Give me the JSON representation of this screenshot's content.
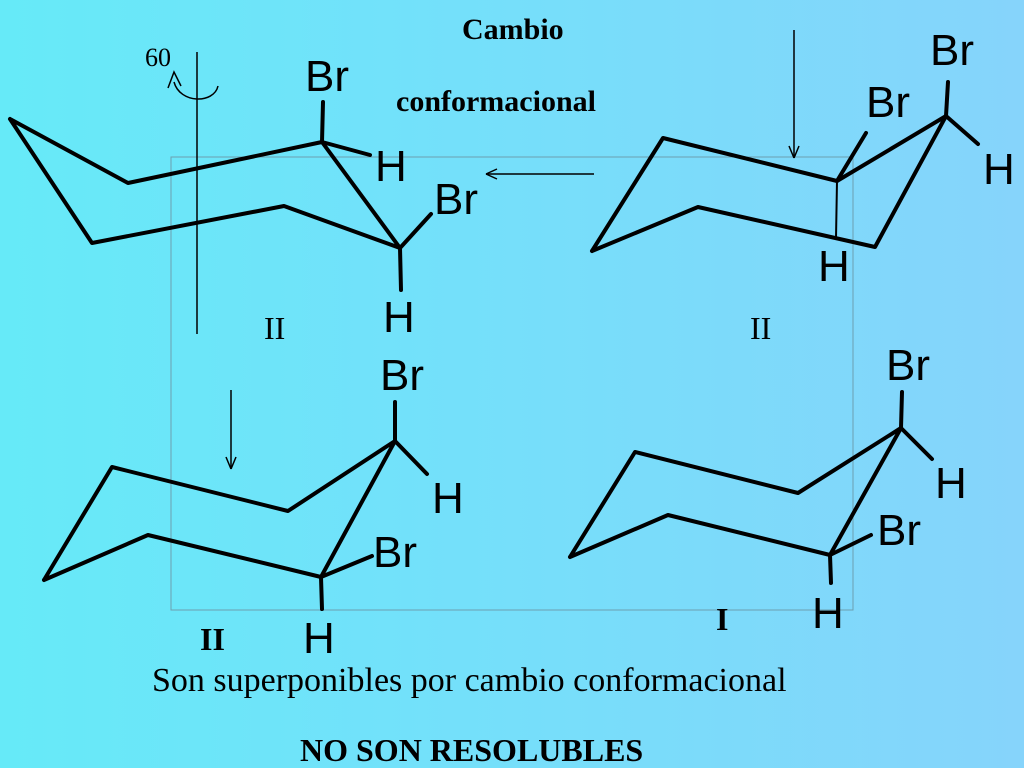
{
  "heading": {
    "line1": "Cambio",
    "line2": "conformacional"
  },
  "rotation_label": "60",
  "molecules": {
    "top_left": {
      "atoms": [
        "Br",
        "H",
        "Br",
        "H"
      ],
      "label": "II"
    },
    "top_right": {
      "atoms": [
        "Br",
        "Br",
        "H",
        "H"
      ],
      "label": "II"
    },
    "bottom_left": {
      "atoms": [
        "Br",
        "H",
        "Br",
        "H"
      ],
      "label": "II"
    },
    "bottom_right": {
      "atoms": [
        "Br",
        "H",
        "Br",
        "H"
      ],
      "label": "I"
    }
  },
  "caption": "Son superponibles por cambio conformacional",
  "conclusion": "NO SON RESOLUBLES"
}
